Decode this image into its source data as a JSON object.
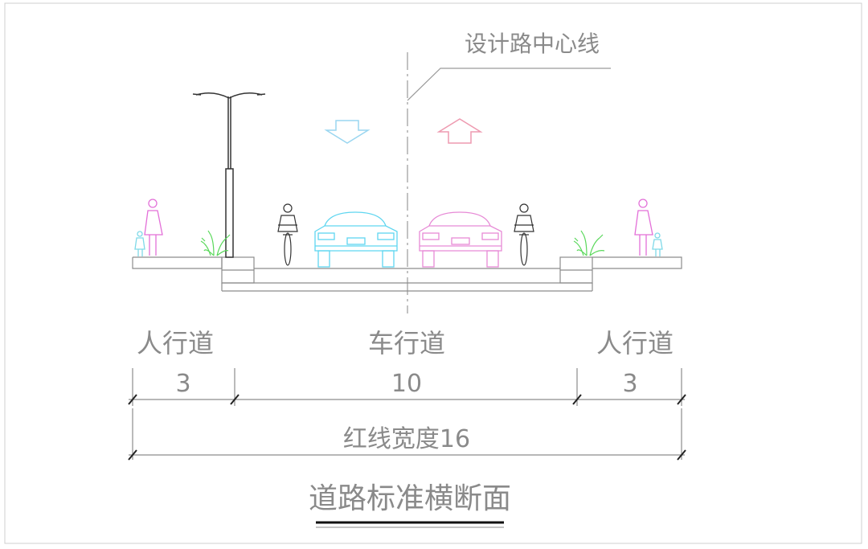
{
  "drawing": {
    "centerline_label": "设计路中心线",
    "sections": [
      {
        "label": "人行道",
        "width": "3"
      },
      {
        "label": "车行道",
        "width": "10"
      },
      {
        "label": "人行道",
        "width": "3"
      }
    ],
    "total_label": "红线宽度16",
    "title": "道路标准横断面"
  },
  "colors": {
    "line": "#8c8c8c",
    "text": "#8a8a8a",
    "car_left": "#5fd6f0",
    "car_right": "#e78ad6",
    "pedestrian": "#e36fd8",
    "plants": "#59d85a",
    "arrows": "#ee9ab0",
    "dark": "#222222"
  }
}
